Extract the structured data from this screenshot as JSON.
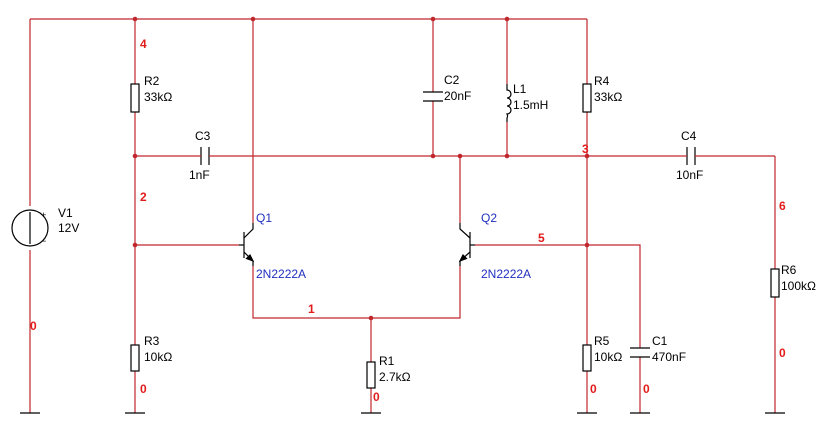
{
  "components": {
    "V1": {
      "name": "V1",
      "value": "12V"
    },
    "R1": {
      "name": "R1",
      "value": "2.7kΩ"
    },
    "R2": {
      "name": "R2",
      "value": "33kΩ"
    },
    "R3": {
      "name": "R3",
      "value": "10kΩ"
    },
    "R4": {
      "name": "R4",
      "value": "33kΩ"
    },
    "R5": {
      "name": "R5",
      "value": "10kΩ"
    },
    "R6": {
      "name": "R6",
      "value": "100kΩ"
    },
    "C1": {
      "name": "C1",
      "value": "470nF"
    },
    "C2": {
      "name": "C2",
      "value": "20nF"
    },
    "C3": {
      "name": "C3",
      "value": "1nF"
    },
    "C4": {
      "name": "C4",
      "value": "10nF"
    },
    "L1": {
      "name": "L1",
      "value": "1.5mH"
    },
    "Q1": {
      "name": "Q1",
      "model": "2N2222A"
    },
    "Q2": {
      "name": "Q2",
      "model": "2N2222A"
    }
  },
  "nodes": {
    "n0": "0",
    "n1": "1",
    "n2": "2",
    "n3": "3",
    "n4": "4",
    "n5": "5",
    "n6": "6"
  },
  "polarity": {
    "plus": "+",
    "minus": "−"
  },
  "colors": {
    "wire": "#c0272d",
    "node_label": "#e21b1b",
    "transistor_label": "#1f2fbf"
  }
}
